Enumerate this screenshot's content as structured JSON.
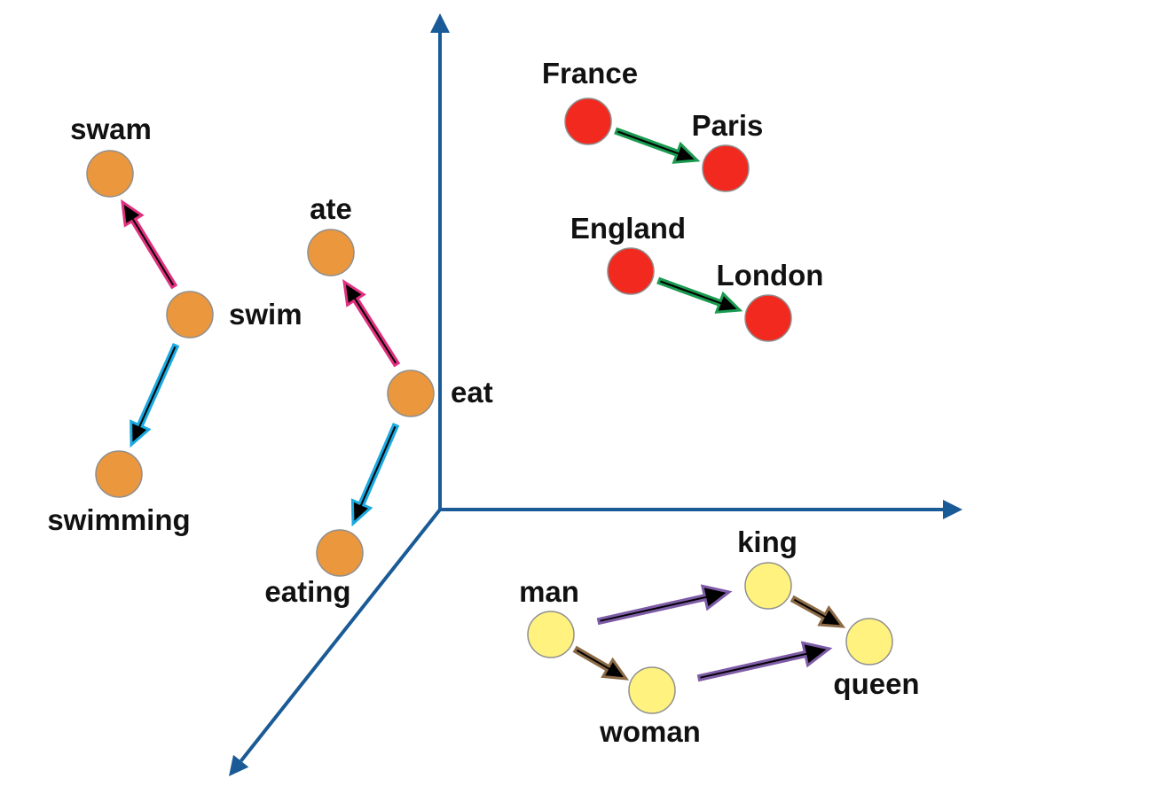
{
  "title": "Word embedding vector space relationships",
  "colors": {
    "axis": "#1a5a96",
    "verb_node": "#ea973e",
    "country_node": "#f2291f",
    "gender_node": "#fff27e",
    "past_tense_edge": "#e0307f",
    "progressive_edge": "#1aa9e0",
    "capital_edge": "#1a9a50",
    "royalty_edge": "#7d5ba6",
    "gender_edge": "#8b6a45"
  },
  "nodes": [
    {
      "id": "swam",
      "label": "swam",
      "group": "verb"
    },
    {
      "id": "swim",
      "label": "swim",
      "group": "verb"
    },
    {
      "id": "swimming",
      "label": "swimming",
      "group": "verb"
    },
    {
      "id": "ate",
      "label": "ate",
      "group": "verb"
    },
    {
      "id": "eat",
      "label": "eat",
      "group": "verb"
    },
    {
      "id": "eating",
      "label": "eating",
      "group": "verb"
    },
    {
      "id": "France",
      "label": "France",
      "group": "country"
    },
    {
      "id": "Paris",
      "label": "Paris",
      "group": "country"
    },
    {
      "id": "England",
      "label": "England",
      "group": "country"
    },
    {
      "id": "London",
      "label": "London",
      "group": "country"
    },
    {
      "id": "man",
      "label": "man",
      "group": "gender"
    },
    {
      "id": "woman",
      "label": "woman",
      "group": "gender"
    },
    {
      "id": "king",
      "label": "king",
      "group": "gender"
    },
    {
      "id": "queen",
      "label": "queen",
      "group": "gender"
    }
  ],
  "edges": [
    {
      "from": "swim",
      "to": "swam",
      "relation": "past_tense"
    },
    {
      "from": "swim",
      "to": "swimming",
      "relation": "progressive"
    },
    {
      "from": "eat",
      "to": "ate",
      "relation": "past_tense"
    },
    {
      "from": "eat",
      "to": "eating",
      "relation": "progressive"
    },
    {
      "from": "France",
      "to": "Paris",
      "relation": "capital"
    },
    {
      "from": "England",
      "to": "London",
      "relation": "capital"
    },
    {
      "from": "man",
      "to": "king",
      "relation": "royalty"
    },
    {
      "from": "woman",
      "to": "queen",
      "relation": "royalty"
    },
    {
      "from": "man",
      "to": "woman",
      "relation": "gender"
    },
    {
      "from": "king",
      "to": "queen",
      "relation": "gender"
    }
  ]
}
